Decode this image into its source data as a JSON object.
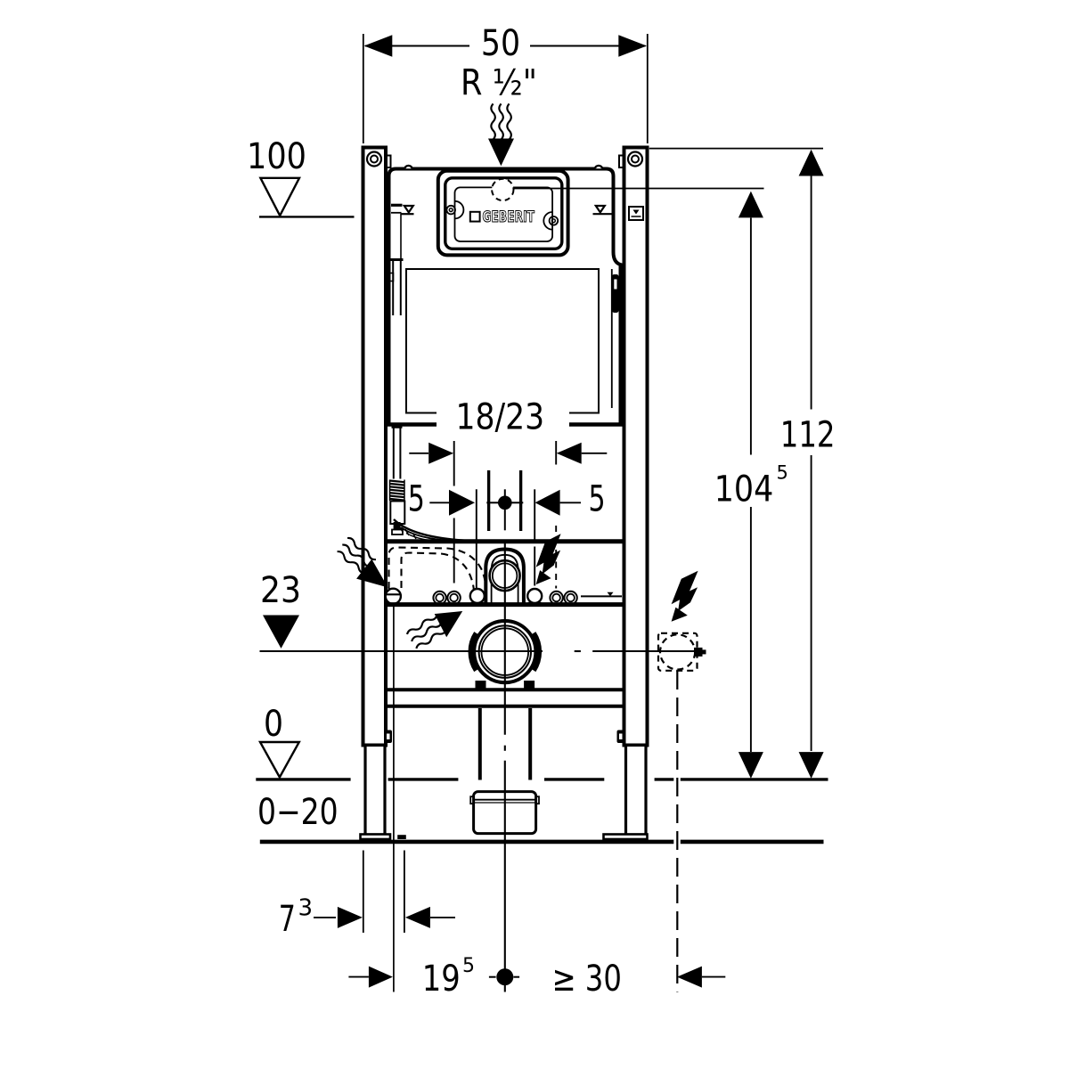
{
  "diagram": {
    "kind": "sanitary-installation-dimension-drawing",
    "brand_logo": "GEBERIT",
    "ink_color": "#000000",
    "background_color": "#ffffff"
  },
  "dims": {
    "width_top": "50",
    "supply_thread": "R ½\"",
    "level_100": "100",
    "bolt_spacing": "18/23",
    "offset_left": "5",
    "offset_right": "5",
    "level_23": "23",
    "height_112": "112",
    "height_104_main": "104",
    "height_104_sup": "5",
    "level_0": "0",
    "floor_range": "0−20",
    "dim_7_main": "7",
    "dim_7_sup": "3",
    "dim_19_main": "19",
    "dim_19_sup": "5",
    "dim_min_30": "≥ 30"
  }
}
